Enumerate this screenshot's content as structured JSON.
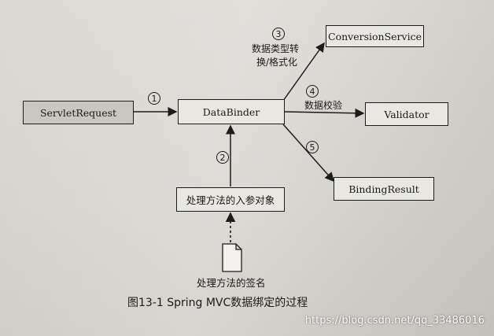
{
  "nodes": {
    "servlet_request": "ServletRequest",
    "data_binder": "DataBinder",
    "conversion_service": "ConversionService",
    "validator": "Validator",
    "binding_result": "BindingResult",
    "handler_params": "处理方法的入参对象",
    "handler_signature": "处理方法的签名"
  },
  "steps": {
    "s1": "1",
    "s2": "2",
    "s3": "3",
    "s4": "4",
    "s5": "5"
  },
  "edge_labels": {
    "convert_line1": "数据类型转",
    "convert_line2": "换/格式化",
    "validate": "数据校验"
  },
  "caption": "图13-1   Spring MVC数据绑定的过程",
  "watermark": "https://blog.csdn.net/qq_33486016"
}
